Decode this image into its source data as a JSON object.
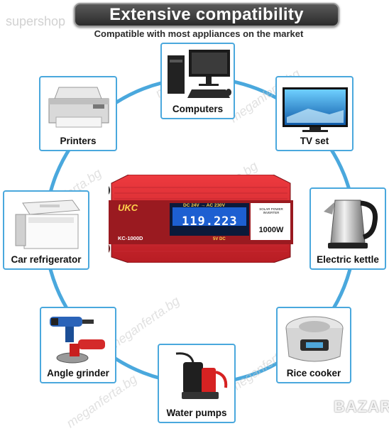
{
  "header": {
    "title": "Extensive compatibility",
    "subtitle": "Compatible with most appliances on the market"
  },
  "watermarks": {
    "top_left": "supershop",
    "diagonal": "meganferta.bg",
    "bottom_right": "BAZAR"
  },
  "appliances": [
    {
      "label": "Computers",
      "icon": "computer-icon"
    },
    {
      "label": "TV set",
      "icon": "tv-icon"
    },
    {
      "label": "Printers",
      "icon": "printer-icon"
    },
    {
      "label": "Electric kettle",
      "icon": "kettle-icon"
    },
    {
      "label": "Car refrigerator",
      "icon": "car-fridge-icon"
    },
    {
      "label": "Rice cooker",
      "icon": "rice-cooker-icon"
    },
    {
      "label": "Angle grinder",
      "icon": "angle-grinder-icon"
    },
    {
      "label": "Water pumps",
      "icon": "water-pump-icon"
    }
  ],
  "inverter": {
    "brand": "UKC",
    "model": "KC-1000D",
    "input_output": "DC 24V → AC 230V",
    "display_value": "119.223",
    "solar_label": "SOLAR POWER INVERTER",
    "power": "1000W",
    "usb_label": "5V DC"
  },
  "colors": {
    "ring": "#4aa8dd",
    "card_border": "#4aa8dd",
    "inverter_red": "#d7282f",
    "display_blue": "#1d5fd1"
  }
}
